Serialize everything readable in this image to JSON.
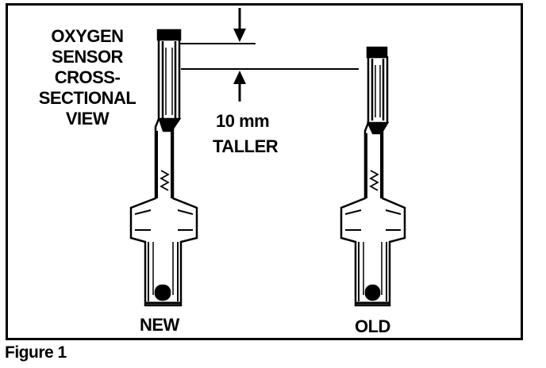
{
  "figure": {
    "title_lines": [
      "OXYGEN",
      "SENSOR",
      "CROSS-",
      "SECTIONAL",
      "VIEW"
    ],
    "dimension_label_lines": [
      "10 mm",
      "TALLER"
    ],
    "sensor_labels": {
      "new": "NEW",
      "old": "OLD"
    },
    "caption": "Figure 1"
  }
}
